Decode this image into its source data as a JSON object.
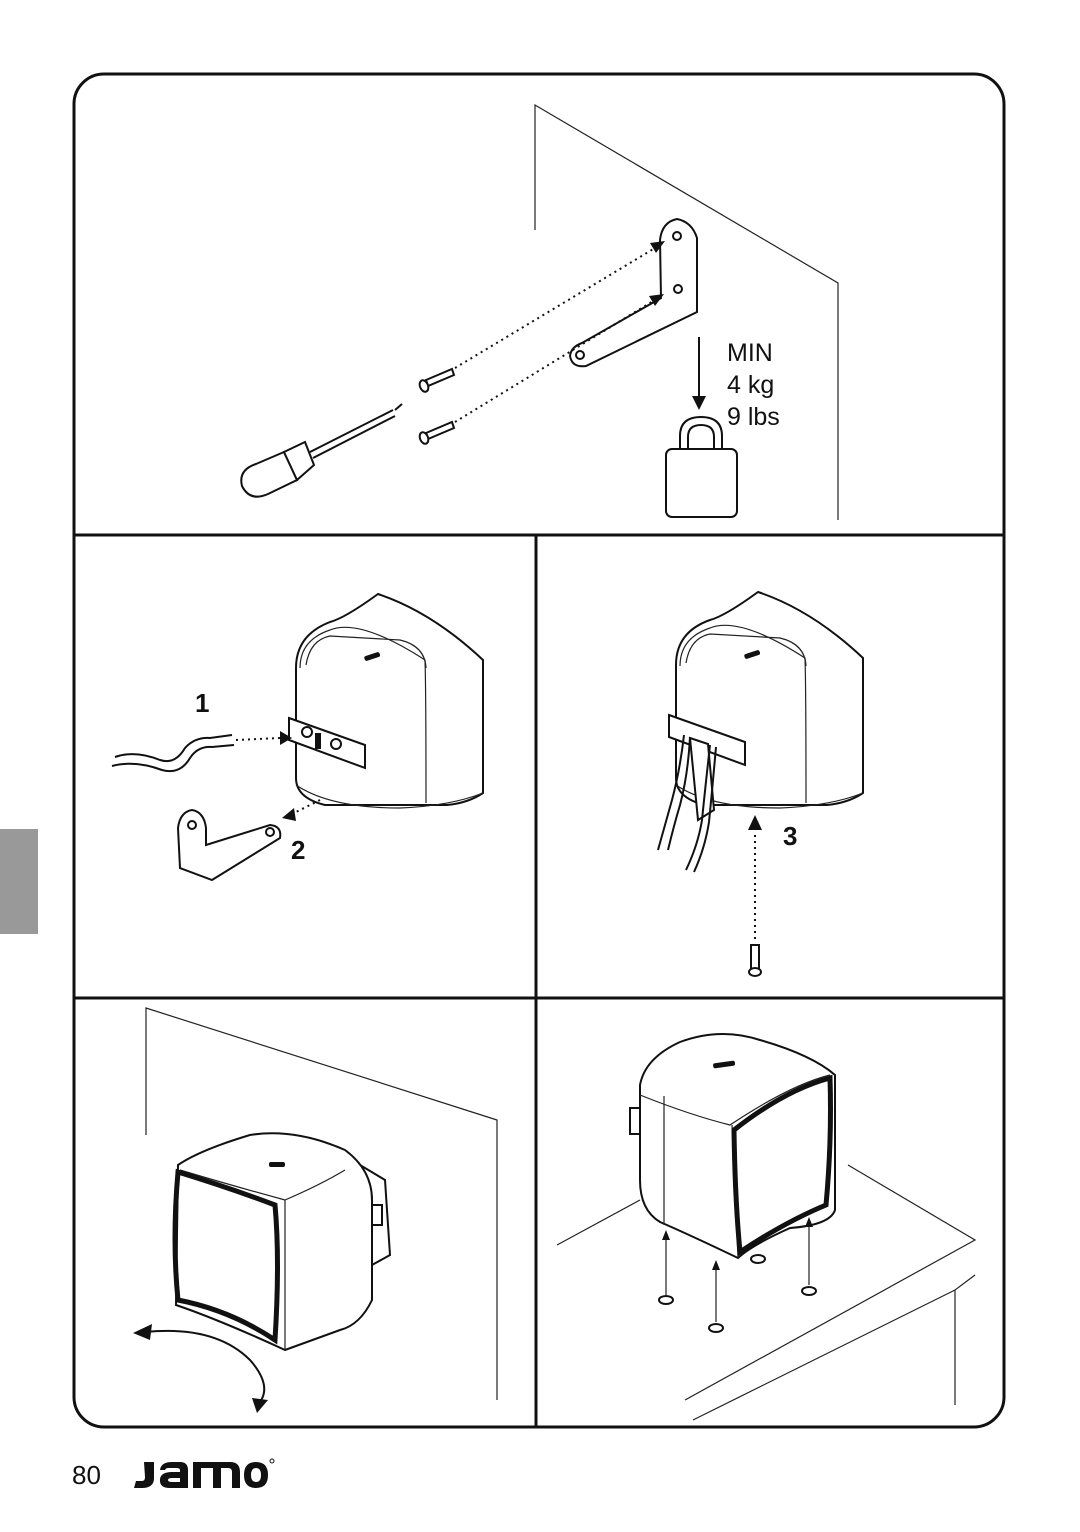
{
  "weight": {
    "min_label": "MIN",
    "kg": "4 kg",
    "lbs": "9 lbs"
  },
  "steps": {
    "one": "1",
    "two": "2",
    "three": "3"
  },
  "footer": {
    "page_number": "80",
    "brand": "Jamo"
  },
  "colors": {
    "line": "#111111",
    "tab": "#999999",
    "frame": "#111111"
  },
  "icons": [
    "screwdriver-icon",
    "screw-icon",
    "bracket-icon",
    "weight-icon",
    "speaker-icon",
    "rotate-arrow-icon",
    "jamo-logo"
  ]
}
